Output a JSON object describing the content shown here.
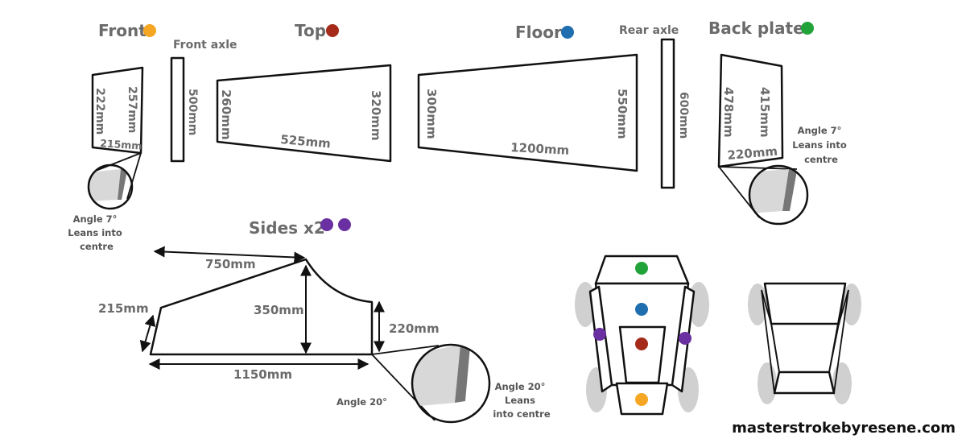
{
  "colors": {
    "front": "#f5a623",
    "top": "#a52a1a",
    "floor": "#1f6fb0",
    "back_plate": "#22a33a",
    "sides": "#6a2fa0",
    "wheel": "#d0d0d0",
    "detail_fill": "#d8d8d8",
    "detail_edge": "#777777"
  },
  "parts": {
    "front": {
      "title": "Front",
      "dims": [
        "222mm",
        "257mm",
        "215mm"
      ],
      "note": [
        "Angle 7°",
        "Leans into",
        "centre"
      ]
    },
    "front_axle": {
      "title": "Front axle",
      "dim": "500mm"
    },
    "top": {
      "title": "Top",
      "dims": [
        "260mm",
        "320mm",
        "525mm"
      ]
    },
    "floor": {
      "title": "Floor",
      "dims": [
        "300mm",
        "550mm",
        "1200mm"
      ]
    },
    "rear_axle": {
      "title": "Rear axle",
      "dim": "600mm"
    },
    "back_plate": {
      "title": "Back plate",
      "dims": [
        "478mm",
        "415mm",
        "220mm"
      ],
      "note": [
        "Angle 7°",
        "Leans into",
        "centre"
      ]
    },
    "sides": {
      "title": "Sides x2",
      "dims": [
        "750mm",
        "215mm",
        "350mm",
        "220mm",
        "1150mm"
      ],
      "angle": "Angle 20°",
      "note": [
        "Angle 20°",
        "Leans",
        "into centre"
      ]
    }
  },
  "brand": "masterstrokebyresene.com"
}
